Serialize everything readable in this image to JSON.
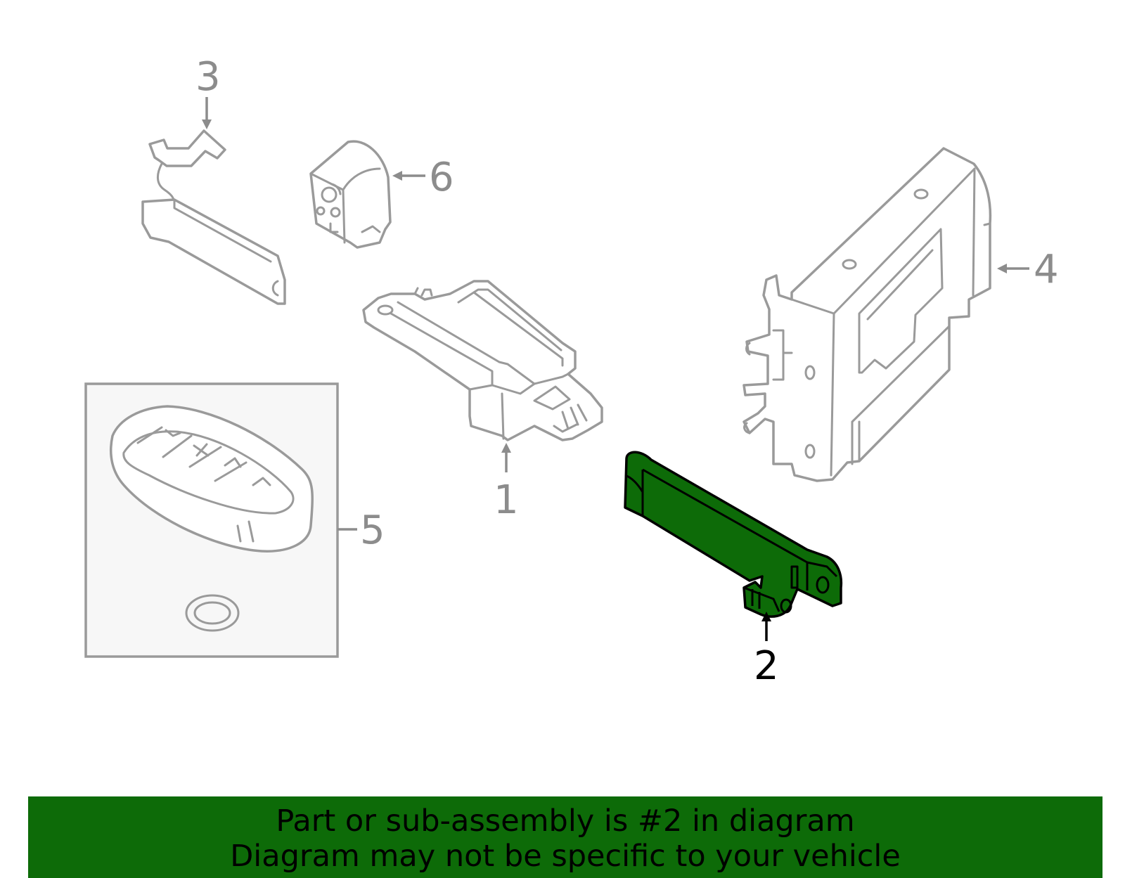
{
  "callouts": {
    "c1": "1",
    "c2": "2",
    "c3": "3",
    "c4": "4",
    "c5": "5",
    "c6": "6"
  },
  "highlighted_part": "2",
  "colors": {
    "highlight": "#0d6b08",
    "outline": "#9a9a9a",
    "banner": "#0d6b08"
  },
  "banner": {
    "line1": "Part or sub-assembly is #2 in diagram",
    "line2": "Diagram may not be specific to your vehicle"
  }
}
